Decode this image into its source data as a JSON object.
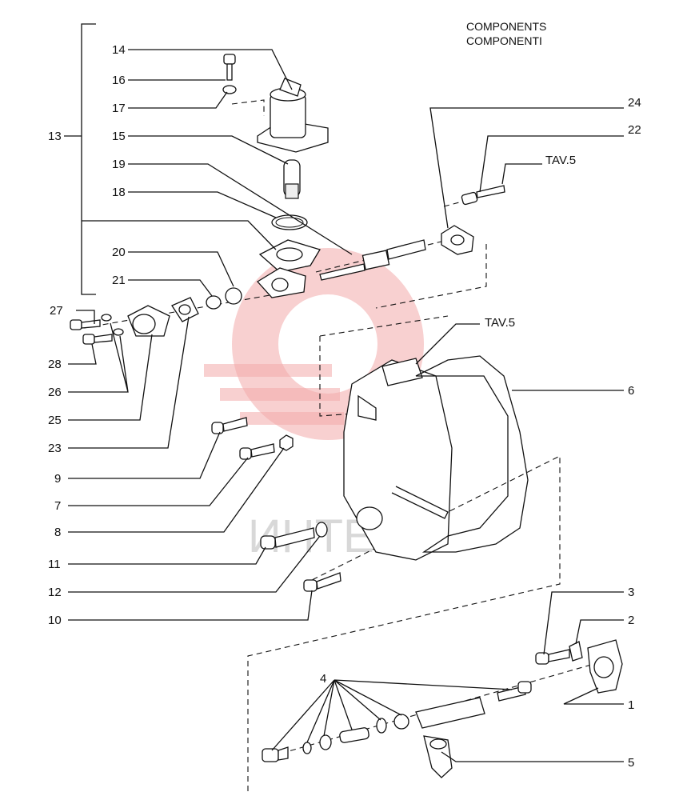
{
  "header": {
    "line1": "COMPONENTS",
    "line2": "COMPONENTI"
  },
  "watermark": {
    "text": "ИНТЕХ",
    "color": "#f3a9a9"
  },
  "callouts": {
    "c1": "1",
    "c2": "2",
    "c3": "3",
    "c4": "4",
    "c5": "5",
    "c6": "6",
    "c7": "7",
    "c8": "8",
    "c9": "9",
    "c10": "10",
    "c11": "11",
    "c12": "12",
    "c13": "13",
    "c14": "14",
    "c15": "15",
    "c16": "16",
    "c17": "17",
    "c18": "18",
    "c19": "19",
    "c20": "20",
    "c21": "21",
    "c22": "22",
    "c23": "23",
    "c24": "24",
    "c25": "25",
    "c26": "26",
    "c27": "27",
    "c28": "28",
    "tav_top": "TAV.5",
    "tav_mid": "TAV.5"
  }
}
